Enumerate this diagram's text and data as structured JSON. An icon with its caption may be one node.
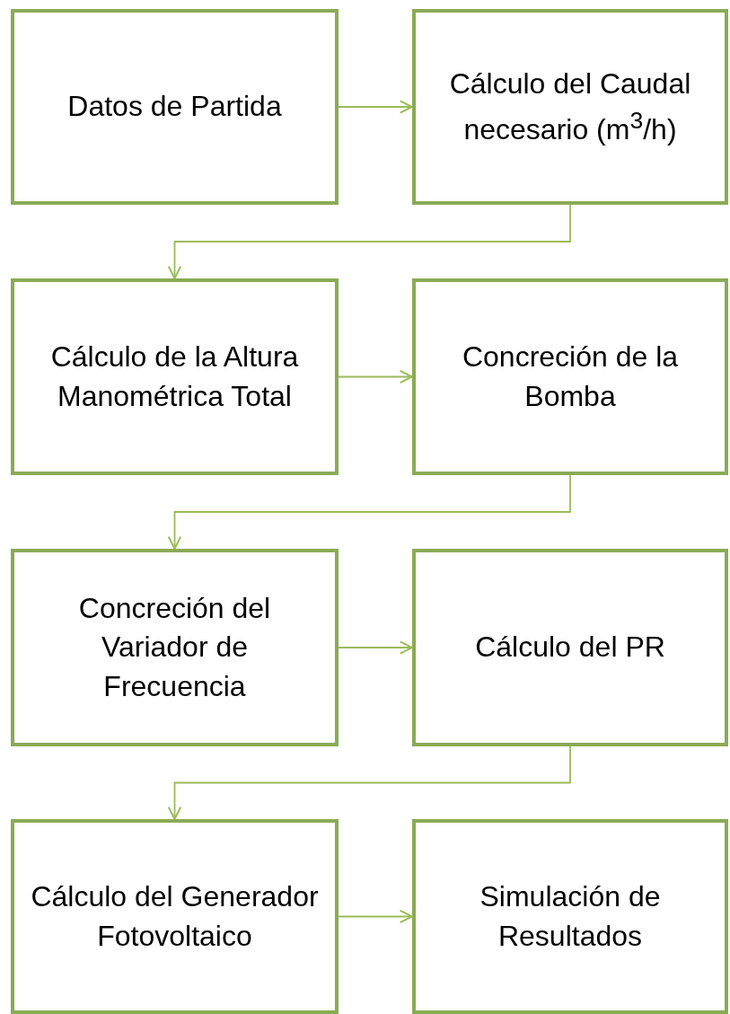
{
  "diagram": {
    "nodes": [
      {
        "text": [
          "Datos de Partida"
        ]
      },
      {
        "text": [
          "Cálculo del Caudal necesario (m$^{3}$/h)"
        ]
      },
      {
        "text": [
          "Cálculo de la Altura Manométrica Total"
        ]
      },
      {
        "text": [
          "Concreción de la Bomba"
        ]
      },
      {
        "text": [
          "Concreción del Variador de Frecuencia"
        ]
      },
      {
        "text": [
          "Cálculo del PR"
        ]
      },
      {
        "text": [
          "Cálculo del Generador Fotovoltaico"
        ]
      },
      {
        "text": [
          "Simulación de Resultados"
        ]
      }
    ],
    "edges": [
      {
        "from": 0,
        "to": 1,
        "arrow": "to"
      },
      {
        "from": 1,
        "to": 2,
        "arrow": "to"
      },
      {
        "from": 2,
        "to": 3,
        "arrow": "to"
      },
      {
        "from": 3,
        "to": 4,
        "arrow": "to"
      },
      {
        "from": 4,
        "to": 5,
        "arrow": "to"
      },
      {
        "from": 5,
        "to": 6,
        "arrow": "to"
      },
      {
        "from": 6,
        "to": 7,
        "arrow": "to"
      }
    ]
  }
}
